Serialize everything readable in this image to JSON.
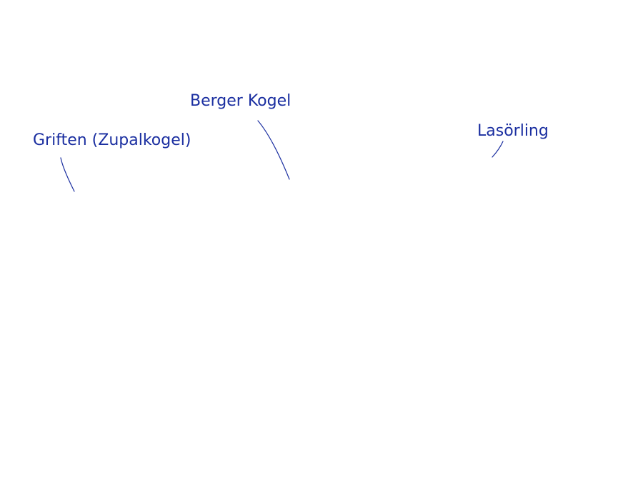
{
  "colors": {
    "label": "#1a2ea0",
    "leader": "#1a2ea0",
    "background": "#ffffff"
  },
  "labels": {
    "griften": "Griften (Zupalkogel)",
    "berger_kogel": "Berger Kogel",
    "lasoerling": "Lasörling"
  }
}
